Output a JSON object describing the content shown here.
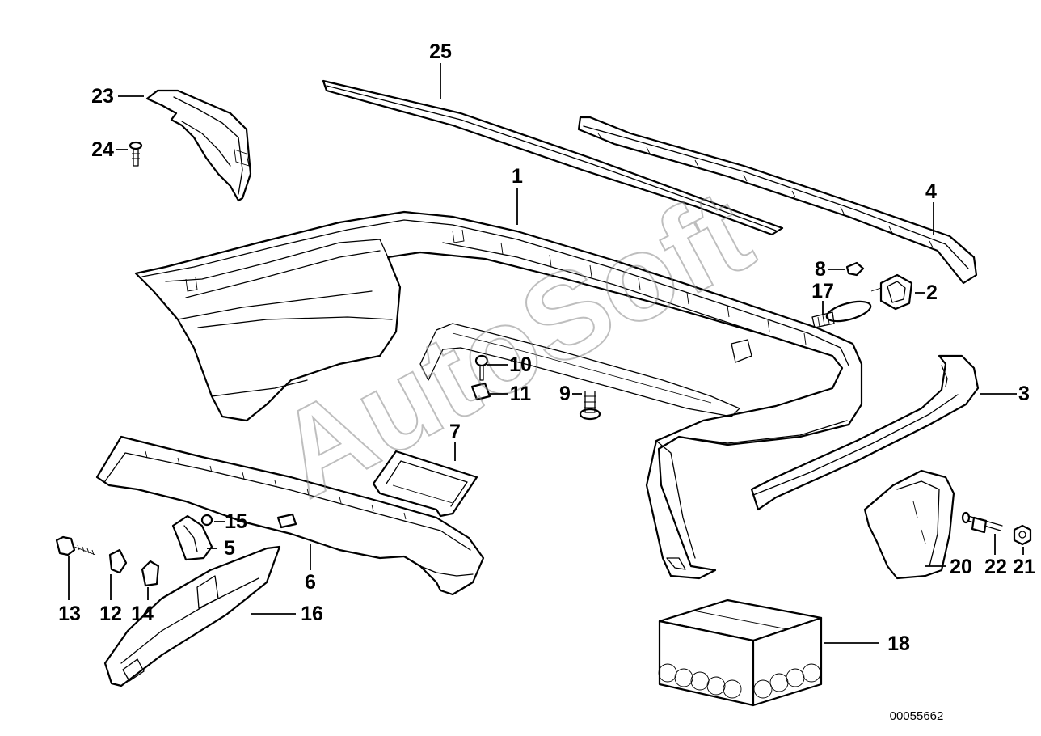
{
  "watermark": {
    "text": "AutoSoft"
  },
  "document_number": "00055662",
  "callouts": {
    "c1": "1",
    "c2": "2",
    "c3": "3",
    "c4": "4",
    "c5": "5",
    "c6": "6",
    "c7": "7",
    "c8": "8",
    "c9": "9",
    "c10": "10",
    "c11": "11",
    "c12": "12",
    "c13": "13",
    "c14": "14",
    "c15": "15",
    "c16": "16",
    "c17": "17",
    "c18": "18",
    "c20": "20",
    "c21": "21",
    "c22": "22",
    "c23": "23",
    "c24": "24",
    "c25": "25"
  }
}
